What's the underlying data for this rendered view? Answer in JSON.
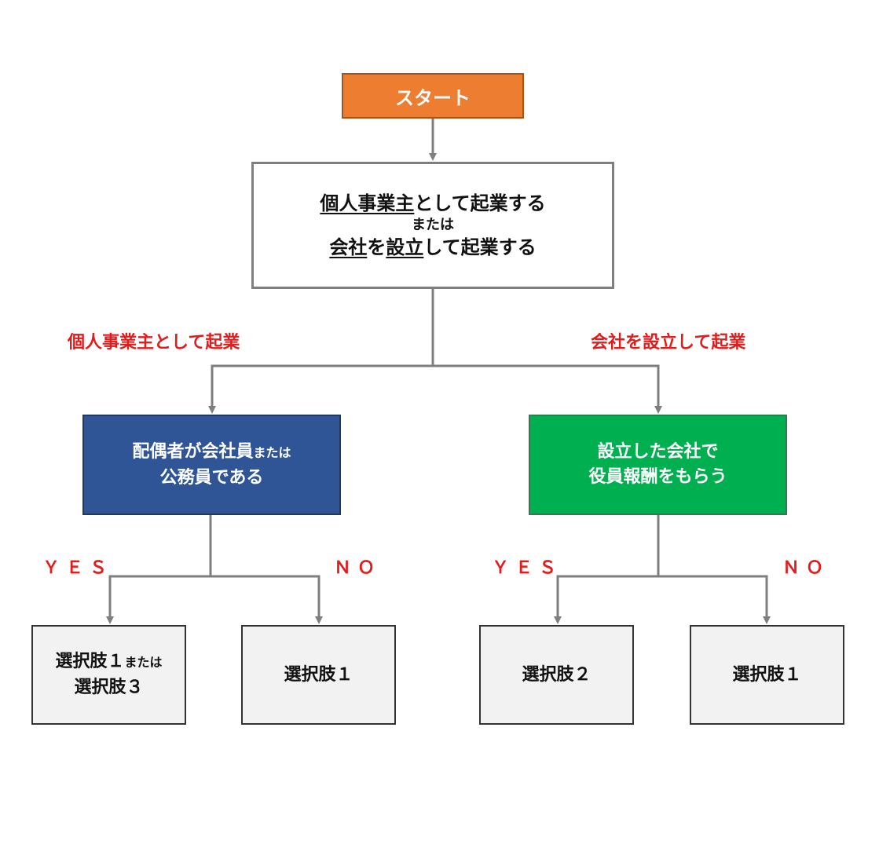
{
  "start": {
    "label": "スタート"
  },
  "question": {
    "line1_underlined": "個人事業主",
    "line1_rest": "として起業する",
    "line2": "または",
    "line3_underlined_a": "会社",
    "line3_mid": "を",
    "line3_underlined_b": "設立",
    "line3_rest": "して起業する"
  },
  "branches": {
    "left_label": "個人事業主として起業",
    "right_label": "会社を設立して起業"
  },
  "left_node": {
    "line1": "配偶者が会社員",
    "line1_small": "または",
    "line2": "公務員である"
  },
  "right_node": {
    "line1": "設立した会社で",
    "line2": "役員報酬をもらう"
  },
  "answers": {
    "yes": "ＹＥＳ",
    "no": "ＮＯ"
  },
  "leaves": {
    "leaf1_line1": "選択肢１",
    "leaf1_small": "または",
    "leaf1_line2": "選択肢３",
    "leaf2": "選択肢１",
    "leaf3": "選択肢２",
    "leaf4": "選択肢１"
  },
  "colors": {
    "start": "#ED7D31",
    "left_node": "#2F5597",
    "right_node": "#00B050",
    "leaf": "#F2F2F2",
    "connector": "#7F7F7F",
    "branch_text": "#E31B1B"
  }
}
